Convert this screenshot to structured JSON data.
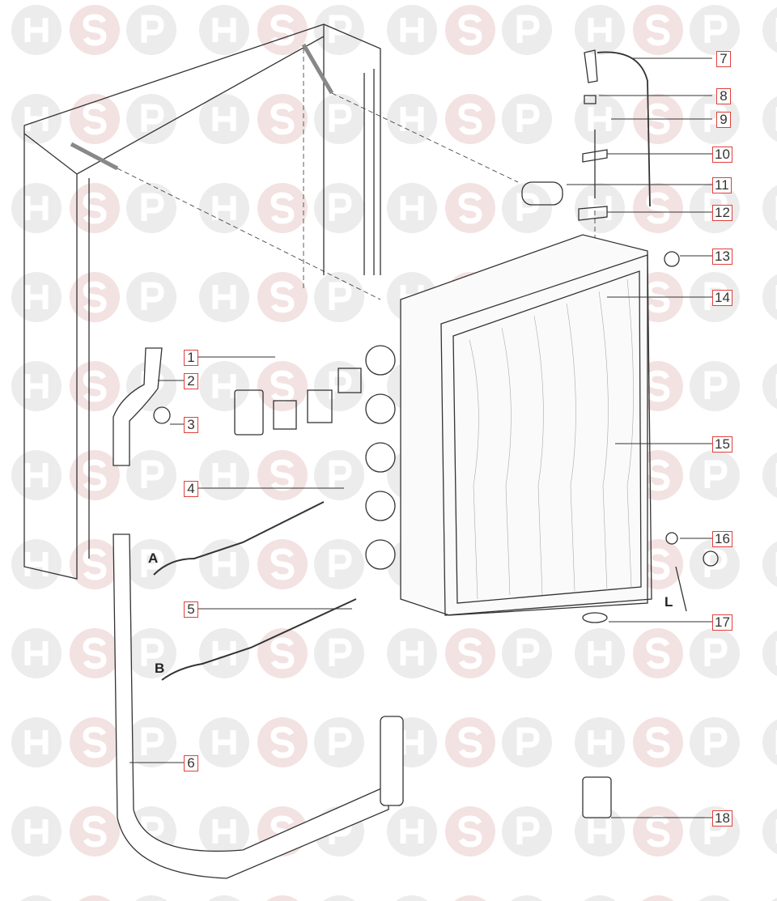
{
  "watermark": {
    "letters": [
      "H",
      "S",
      "P"
    ],
    "accent": "#f3e2e2"
  },
  "labels": {
    "p1": "1",
    "p2": "2",
    "p3": "3",
    "p4": "4",
    "p5": "5",
    "p6": "6",
    "p7": "7",
    "p8": "8",
    "p9": "9",
    "p10": "10",
    "p11": "11",
    "p12": "12",
    "p13": "13",
    "p14": "14",
    "p15": "15",
    "p16": "16",
    "p17": "17",
    "p18": "18"
  },
  "connectors": {
    "a": "A",
    "b": "B",
    "l": "L"
  },
  "colors": {
    "label_border": "#e0403c",
    "line": "#333333"
  }
}
